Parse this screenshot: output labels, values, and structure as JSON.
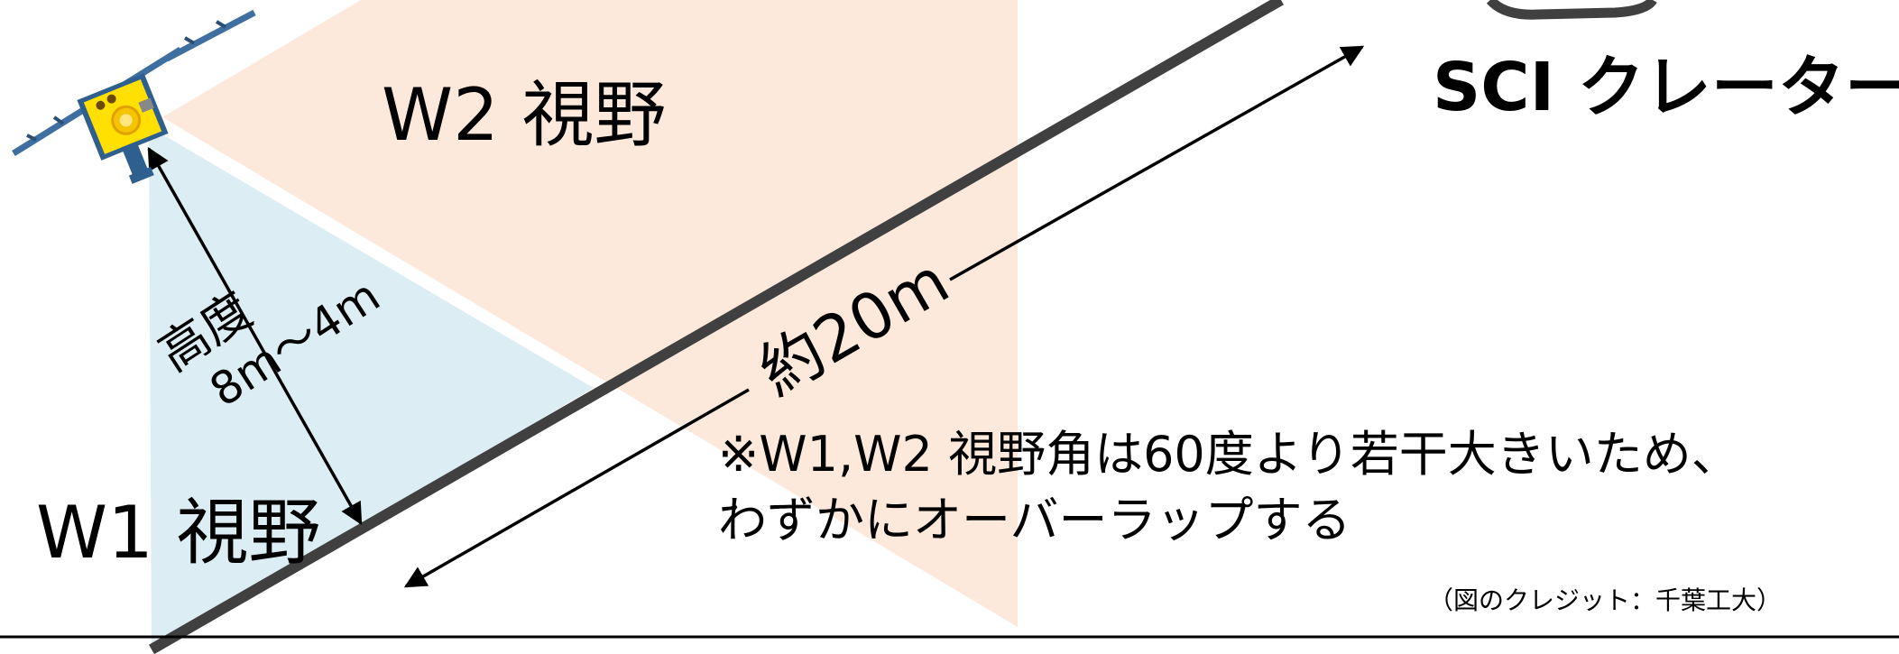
{
  "labels": {
    "w2_view": "W2 視野",
    "w1_view": "W1 視野",
    "crater": "SCI クレーター",
    "altitude_line1": "高度",
    "altitude_line2": "8m～4m",
    "distance": "約20m",
    "note_line1": "※W1,W2 視野角は60度より若干大きいため、",
    "note_line2": "わずかにオーバーラップする",
    "credit": "（図のクレジット：千葉工大）"
  },
  "colors": {
    "w1_fov_fill": "#dcedf4",
    "w2_fov_fill": "#fce9db",
    "ground_line": "#404040",
    "crater_outline": "#404040",
    "camera_body": "#ffe000",
    "solar_panel": "#3f6fa0"
  },
  "icons": {
    "camera": "dcam3-camera-icon"
  }
}
